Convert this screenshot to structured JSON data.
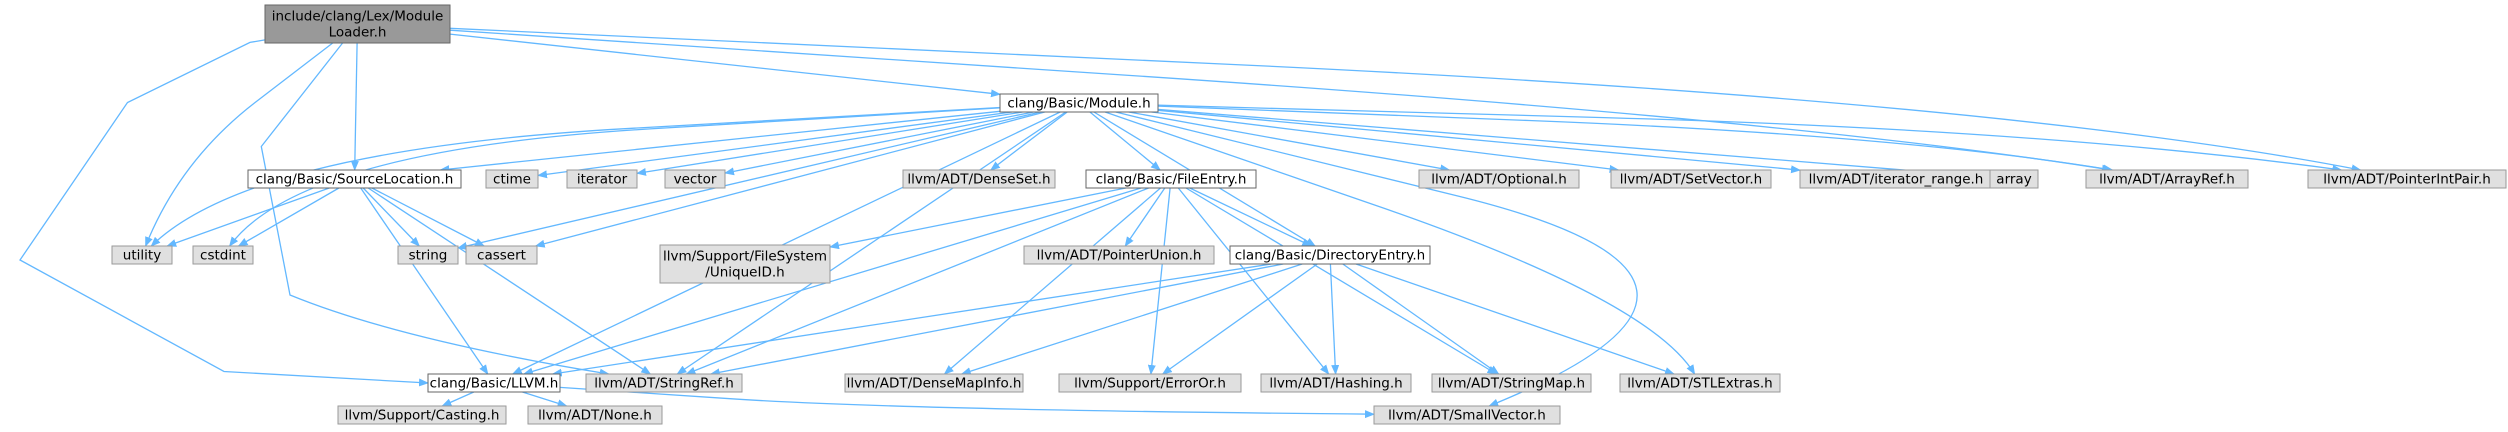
{
  "colors": {
    "root_fill": "#999999",
    "root_border": "#666666",
    "documented_fill": "#ffffff",
    "documented_border": "#666666",
    "external_fill": "#e0e0e0",
    "external_border": "#999999",
    "edge": "#63b8ff"
  },
  "nodes": [
    {
      "id": "root",
      "kind": "root",
      "lines": [
        "include/clang/Lex/Module",
        "Loader.h"
      ]
    },
    {
      "id": "module",
      "kind": "documented",
      "lines": [
        "clang/Basic/Module.h"
      ]
    },
    {
      "id": "sourceloc",
      "kind": "documented",
      "lines": [
        "clang/Basic/SourceLocation.h"
      ]
    },
    {
      "id": "fileentry",
      "kind": "documented",
      "lines": [
        "clang/Basic/FileEntry.h"
      ]
    },
    {
      "id": "direntry",
      "kind": "documented",
      "lines": [
        "clang/Basic/DirectoryEntry.h"
      ]
    },
    {
      "id": "llvmh",
      "kind": "documented",
      "lines": [
        "clang/Basic/LLVM.h"
      ]
    },
    {
      "id": "utility",
      "kind": "external",
      "lines": [
        "utility"
      ]
    },
    {
      "id": "cstdint",
      "kind": "external",
      "lines": [
        "cstdint"
      ]
    },
    {
      "id": "string",
      "kind": "external",
      "lines": [
        "string"
      ]
    },
    {
      "id": "cassert",
      "kind": "external",
      "lines": [
        "cassert"
      ]
    },
    {
      "id": "ctime",
      "kind": "external",
      "lines": [
        "ctime"
      ]
    },
    {
      "id": "iterator",
      "kind": "external",
      "lines": [
        "iterator"
      ]
    },
    {
      "id": "vector",
      "kind": "external",
      "lines": [
        "vector"
      ]
    },
    {
      "id": "denseset",
      "kind": "external",
      "lines": [
        "llvm/ADT/DenseSet.h"
      ]
    },
    {
      "id": "optional",
      "kind": "external",
      "lines": [
        "llvm/ADT/Optional.h"
      ]
    },
    {
      "id": "setvector",
      "kind": "external",
      "lines": [
        "llvm/ADT/SetVector.h"
      ]
    },
    {
      "id": "iterrange",
      "kind": "external",
      "lines": [
        "llvm/ADT/iterator_range.h"
      ]
    },
    {
      "id": "array",
      "kind": "external",
      "lines": [
        "array"
      ]
    },
    {
      "id": "arrayref",
      "kind": "external",
      "lines": [
        "llvm/ADT/ArrayRef.h"
      ]
    },
    {
      "id": "ptrintpair",
      "kind": "external",
      "lines": [
        "llvm/ADT/PointerIntPair.h"
      ]
    },
    {
      "id": "uniqueid",
      "kind": "external",
      "lines": [
        "llvm/Support/FileSystem",
        "/UniqueID.h"
      ]
    },
    {
      "id": "ptrunion",
      "kind": "external",
      "lines": [
        "llvm/ADT/PointerUnion.h"
      ]
    },
    {
      "id": "stringref",
      "kind": "external",
      "lines": [
        "llvm/ADT/StringRef.h"
      ]
    },
    {
      "id": "densemapinfo",
      "kind": "external",
      "lines": [
        "llvm/ADT/DenseMapInfo.h"
      ]
    },
    {
      "id": "erroror",
      "kind": "external",
      "lines": [
        "llvm/Support/ErrorOr.h"
      ]
    },
    {
      "id": "hashing",
      "kind": "external",
      "lines": [
        "llvm/ADT/Hashing.h"
      ]
    },
    {
      "id": "stringmap",
      "kind": "external",
      "lines": [
        "llvm/ADT/StringMap.h"
      ]
    },
    {
      "id": "stlextras",
      "kind": "external",
      "lines": [
        "llvm/ADT/STLExtras.h"
      ]
    },
    {
      "id": "casting",
      "kind": "external",
      "lines": [
        "llvm/Support/Casting.h"
      ]
    },
    {
      "id": "none",
      "kind": "external",
      "lines": [
        "llvm/ADT/None.h"
      ]
    },
    {
      "id": "smallvector",
      "kind": "external",
      "lines": [
        "llvm/ADT/SmallVector.h"
      ]
    }
  ],
  "edges": [
    [
      "root",
      "module"
    ],
    [
      "root",
      "sourceloc"
    ],
    [
      "root",
      "utility"
    ],
    [
      "root",
      "llvmh"
    ],
    [
      "root",
      "stringref"
    ],
    [
      "root",
      "arrayref"
    ],
    [
      "root",
      "ptrintpair"
    ],
    [
      "module",
      "sourceloc"
    ],
    [
      "module",
      "fileentry"
    ],
    [
      "module",
      "direntry"
    ],
    [
      "module",
      "utility"
    ],
    [
      "module",
      "cstdint"
    ],
    [
      "module",
      "string"
    ],
    [
      "module",
      "cassert"
    ],
    [
      "module",
      "ctime"
    ],
    [
      "module",
      "iterator"
    ],
    [
      "module",
      "vector"
    ],
    [
      "module",
      "denseset"
    ],
    [
      "module",
      "optional"
    ],
    [
      "module",
      "setvector"
    ],
    [
      "module",
      "iterrange"
    ],
    [
      "module",
      "array"
    ],
    [
      "module",
      "arrayref"
    ],
    [
      "module",
      "ptrintpair"
    ],
    [
      "module",
      "stringref"
    ],
    [
      "module",
      "stlextras"
    ],
    [
      "module",
      "smallvector"
    ],
    [
      "module",
      "llvmh"
    ],
    [
      "sourceloc",
      "utility"
    ],
    [
      "sourceloc",
      "cstdint"
    ],
    [
      "sourceloc",
      "string"
    ],
    [
      "sourceloc",
      "cassert"
    ],
    [
      "sourceloc",
      "llvmh"
    ],
    [
      "sourceloc",
      "stringref"
    ],
    [
      "fileentry",
      "direntry"
    ],
    [
      "fileentry",
      "uniqueid"
    ],
    [
      "fileentry",
      "ptrunion"
    ],
    [
      "fileentry",
      "stringref"
    ],
    [
      "fileentry",
      "densemapinfo"
    ],
    [
      "fileentry",
      "erroror"
    ],
    [
      "fileentry",
      "hashing"
    ],
    [
      "fileentry",
      "stringmap"
    ],
    [
      "fileentry",
      "llvmh"
    ],
    [
      "direntry",
      "llvmh"
    ],
    [
      "direntry",
      "stringref"
    ],
    [
      "direntry",
      "densemapinfo"
    ],
    [
      "direntry",
      "erroror"
    ],
    [
      "direntry",
      "hashing"
    ],
    [
      "direntry",
      "stringmap"
    ],
    [
      "direntry",
      "stlextras"
    ],
    [
      "llvmh",
      "casting"
    ],
    [
      "llvmh",
      "none"
    ],
    [
      "llvmh",
      "smallvector"
    ]
  ]
}
